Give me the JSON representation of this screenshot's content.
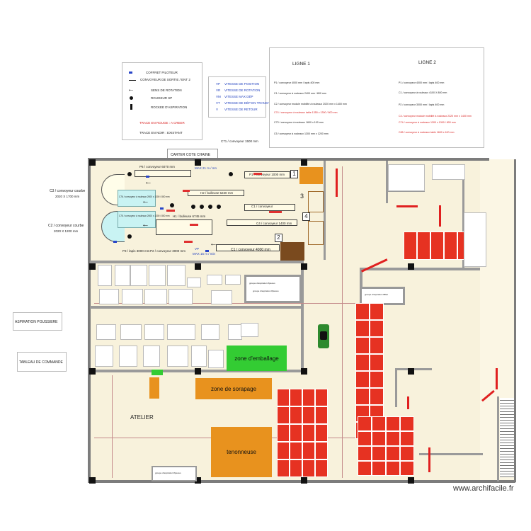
{
  "legend_left": {
    "items": [
      "COFFRET PILOTEUR",
      "CONVOYEUR DE SORTIE / ENT 2",
      "SENS DE ROTATION",
      "ROUGEUR SP",
      "ROCKEE D'ASPIRATION"
    ],
    "red_note": "TRACE EN ROUGE : A CREER",
    "black_note": "TRACE EN NOIR : EXISTANT"
  },
  "legend_mid": {
    "items": [
      {
        "code": "VP",
        "label": "VITESSE DE POSITION"
      },
      {
        "code": "VR",
        "label": "VITESSE DE ROTATION"
      },
      {
        "code": "VM",
        "label": "VITESSE MAX DÉP"
      },
      {
        "code": "VT",
        "label": "VITESSE DE DÉP EN TRANSIT"
      },
      {
        "code": "V",
        "label": "VITESSE DE RETOUR"
      }
    ]
  },
  "top_note": "C71 / convoyeur 1500 mm",
  "carter": "CARTER COTE CHAINE",
  "lines_table": {
    "ligne1_title": "LIGNE 1",
    "ligne2_title": "LIGNE 2",
    "ligne1": [
      {
        "text": "P1 / convoyeur 4000 mm / lapis 400 mm",
        "red": false
      },
      {
        "text": "C1 / convoyeur à rouleaux 2400 mm / 800 mm",
        "red": false
      },
      {
        "text": "C2 / convoyeur module mobilité à rouleaux 2020 mm x 1400 mm",
        "red": false
      },
      {
        "text": "C74 / convoyeur à rouleaux table 1350 x 1300 / 800 mm",
        "red": true
      },
      {
        "text": "C73 / convoyeur à rouleaux 1600 x 100 mm",
        "red": false
      },
      {
        "text": "C5 / convoyeur à rouleaux 1300 mm x 1200 mm",
        "red": false
      }
    ],
    "ligne2": [
      {
        "text": "P1 / convoyeur 4000 mm / lapis 400 mm",
        "red": false
      },
      {
        "text": "C1 / convoyeur à rouleaux 4100 X 800 mm",
        "red": false
      },
      {
        "text": "P2 / convoyeur 3000 mm / lapis 400 mm",
        "red": false
      },
      {
        "text": "C4 / convoyeur module mobilité à rouleaux 2320 mm x 1400 mm",
        "red": true
      },
      {
        "text": "C74 / convoyeur à rouleaux 1300 x 1300 / 800 mm",
        "red": true
      },
      {
        "text": "C85 / convoyeur à rouleaux table 1600 x 100 mm",
        "red": true
      }
    ]
  },
  "left_labels": {
    "c3": "C3 / convoyeur courbe",
    "c3_dim": "2020 X 1700 mm",
    "c2": "C2 / convoyeur courbe",
    "c2_dim": "2020 X 1200 mm",
    "aspiration": "ASPIRATION POUSSIERE",
    "tableau": "TABLEAU DE COMMANDE"
  },
  "line_area": {
    "p6": "P6 / convoyeur 6070 mm",
    "p3": "P3 / lapis 3000 mm",
    "p2": "P2 / convoyeur 3000 mm",
    "c1_bottom": "C1 / convoyeur 4000 mm",
    "p1_top": "P1 / convoyeur 1000 mm",
    "c1_mid": "C1 / convoyeur",
    "c4": "C4 / convoyeur 1400 mm",
    "h2": "H2 / bulleuse 5230 mm",
    "h1": "H1 / bulleuse 6745 mm",
    "c76": "C76 / convoyeur à rouleaux 2000 x 1300 / 800 mm",
    "c75": "C75 / convoyeur à rouleaux 2000 x 1300 / 800 mm",
    "n1": "1",
    "n2": "2",
    "n3": "3",
    "n4": "4",
    "vp1": "VP",
    "v_marker1": "MAX 21 m / mn",
    "v_marker2": "MAX 15 m / min"
  },
  "zones": {
    "emballage": "zone d'emballage",
    "sorapage": "zone de sorapage",
    "tenonneuse": "tenonneuse",
    "atelier": "ATELIER",
    "groupe1": "groupe d'aspiration 8pieces",
    "groupe2": "groupe d'aspiration 8pieces",
    "groupe3": "groupe d'aspiration 8Bac",
    "groupe4": "groupe d'aspiration 8pieces"
  },
  "watermark": "www.archifacile.fr",
  "colors": {
    "rack": "#e63222",
    "zone_green": "#33cc33",
    "zone_orange": "#e8921e",
    "brown": "#7a4a1e",
    "floor": "#f8f2dc",
    "wall": "#9a9a9a",
    "cyan": "#c9f3f3"
  }
}
